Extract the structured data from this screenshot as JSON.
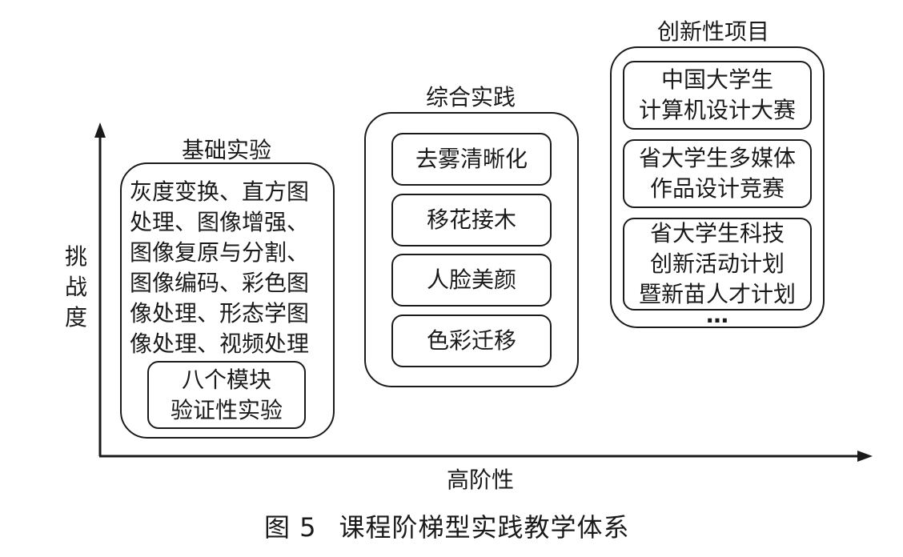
{
  "axes": {
    "y_label_chars": [
      "挑",
      "战",
      "度"
    ],
    "x_label": "高阶性"
  },
  "groups": {
    "basic": {
      "title": "基础实验",
      "lines": [
        "灰度变换、直方图",
        "处理、图像增强、",
        "图像复原与分割、",
        "图像编码、彩色图",
        "像处理、形态学图",
        "像处理、视频处理"
      ],
      "inner_lines": [
        "八个模块",
        "验证性实验"
      ]
    },
    "practice": {
      "title": "综合实践",
      "items": [
        "去雾清晰化",
        "移花接木",
        "人脸美颜",
        "色彩迁移"
      ]
    },
    "innovation": {
      "title": "创新性项目",
      "item1_lines": [
        "中国大学生",
        "计算机设计大赛"
      ],
      "item2_lines": [
        "省大学生多媒体",
        "作品设计竞赛"
      ],
      "item3_lines": [
        "省大学生科技",
        "创新活动计划",
        "暨新苗人才计划"
      ],
      "ellipsis": "…"
    }
  },
  "caption": {
    "label": "图 5",
    "text": "课程阶梯型实践教学体系"
  }
}
